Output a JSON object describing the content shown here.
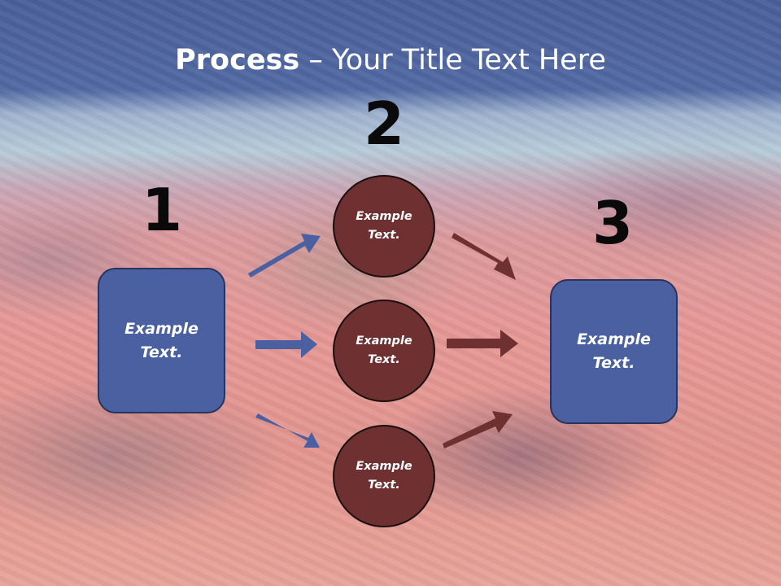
{
  "title": {
    "bold": "Process",
    "rest": " – Your Title Text Here"
  },
  "steps": [
    "1",
    "2",
    "3"
  ],
  "left_box": {
    "text": "Example Text."
  },
  "right_box": {
    "text": "Example Text."
  },
  "circles": [
    {
      "text": "Example Text."
    },
    {
      "text": "Example Text."
    },
    {
      "text": "Example Text."
    }
  ],
  "colors": {
    "box": "#4a60a0",
    "circle": "#6e3030",
    "arrow_blue": "#4a60a0",
    "arrow_red": "#6e3030"
  }
}
